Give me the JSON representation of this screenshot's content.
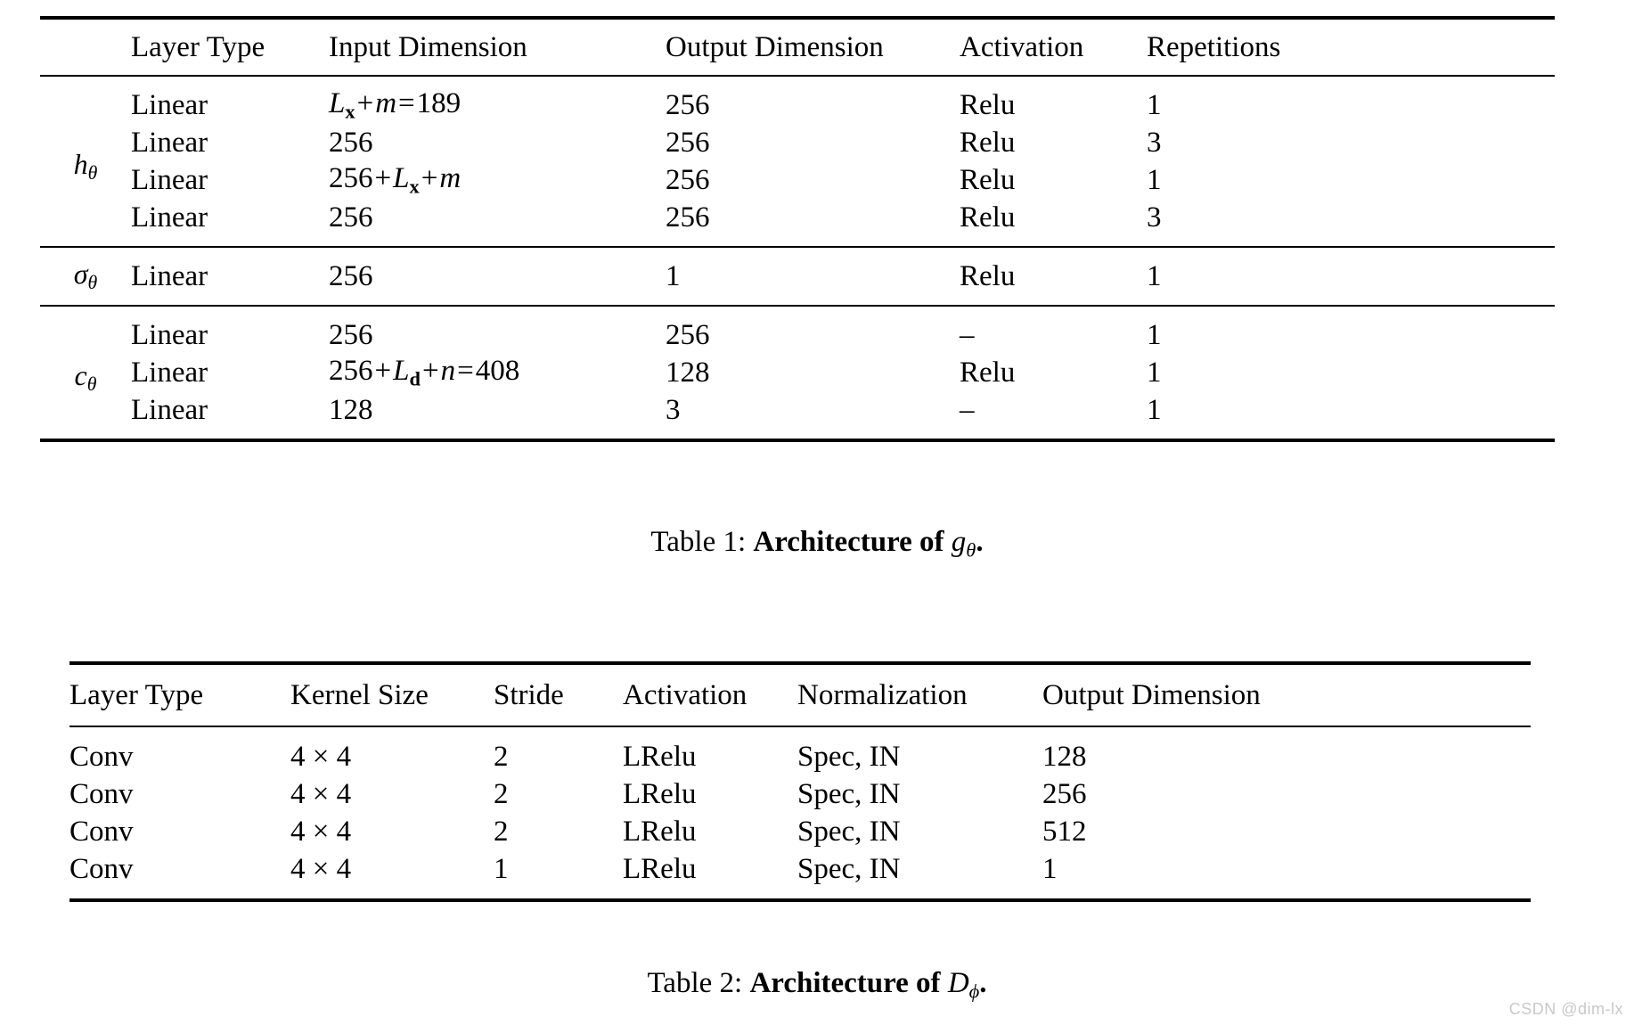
{
  "table1": {
    "columns": [
      "",
      "Layer Type",
      "Input Dimension",
      "Output Dimension",
      "Activation",
      "Repetitions"
    ],
    "groups": [
      {
        "symbol": "h",
        "symbol_sub": "θ",
        "rows": [
          {
            "layer": "Linear",
            "input": "L_x + m = 189",
            "output": "256",
            "activation": "Relu",
            "repetitions": "1"
          },
          {
            "layer": "Linear",
            "input": "256",
            "output": "256",
            "activation": "Relu",
            "repetitions": "3"
          },
          {
            "layer": "Linear",
            "input": "256 + L_x + m",
            "output": "256",
            "activation": "Relu",
            "repetitions": "1"
          },
          {
            "layer": "Linear",
            "input": "256",
            "output": "256",
            "activation": "Relu",
            "repetitions": "3"
          }
        ]
      },
      {
        "symbol": "σ",
        "symbol_sub": "θ",
        "rows": [
          {
            "layer": "Linear",
            "input": "256",
            "output": "1",
            "activation": "Relu",
            "repetitions": "1"
          }
        ]
      },
      {
        "symbol": "c",
        "symbol_sub": "θ",
        "rows": [
          {
            "layer": "Linear",
            "input": "256",
            "output": "256",
            "activation": "–",
            "repetitions": "1"
          },
          {
            "layer": "Linear",
            "input": "256 + L_d + n = 408",
            "output": "128",
            "activation": "Relu",
            "repetitions": "1"
          },
          {
            "layer": "Linear",
            "input": "128",
            "output": "3",
            "activation": "–",
            "repetitions": "1"
          }
        ]
      }
    ],
    "caption": {
      "label": "Table 1:",
      "bold_text": "Architecture of",
      "math_base": "g",
      "math_sub": "θ",
      "period": "."
    }
  },
  "table2": {
    "columns": [
      "Layer Type",
      "Kernel Size",
      "Stride",
      "Activation",
      "Normalization",
      "Output Dimension"
    ],
    "rows": [
      {
        "layer": "Conv",
        "kernel": "4 × 4",
        "stride": "2",
        "activation": "LRelu",
        "normalization": "Spec, IN",
        "output": "128"
      },
      {
        "layer": "Conv",
        "kernel": "4 × 4",
        "stride": "2",
        "activation": "LRelu",
        "normalization": "Spec, IN",
        "output": "256"
      },
      {
        "layer": "Conv",
        "kernel": "4 × 4",
        "stride": "2",
        "activation": "LRelu",
        "normalization": "Spec, IN",
        "output": "512"
      },
      {
        "layer": "Conv",
        "kernel": "4 × 4",
        "stride": "1",
        "activation": "LRelu",
        "normalization": "Spec, IN",
        "output": "1"
      }
    ],
    "caption": {
      "label": "Table 2:",
      "bold_text": "Architecture of",
      "math_base": "D",
      "math_sub": "ϕ",
      "period": "."
    }
  },
  "watermark": "CSDN @dim-lx"
}
